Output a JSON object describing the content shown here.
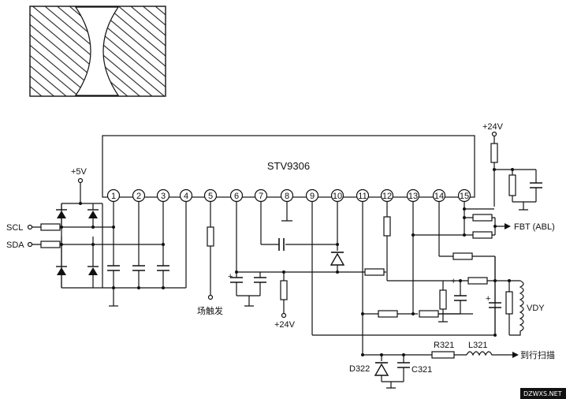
{
  "chip": {
    "name": "STV9306",
    "pins": [
      "1",
      "2",
      "3",
      "4",
      "5",
      "6",
      "7",
      "8",
      "9",
      "10",
      "11",
      "12",
      "13",
      "14",
      "15"
    ]
  },
  "labels": {
    "plus5v": "+5V",
    "plus24v_top": "+24V",
    "plus24v_mid": "+24V",
    "scl": "SCL",
    "sda": "SDA",
    "field_trigger": "场触发",
    "fbt_abl": "FBT (ABL)",
    "vdy": "VDY",
    "r321": "R321",
    "l321": "L321",
    "d322": "D322",
    "c321": "C321",
    "to_line_scan": "到行扫描",
    "watermark": "DZWXS.NET"
  }
}
